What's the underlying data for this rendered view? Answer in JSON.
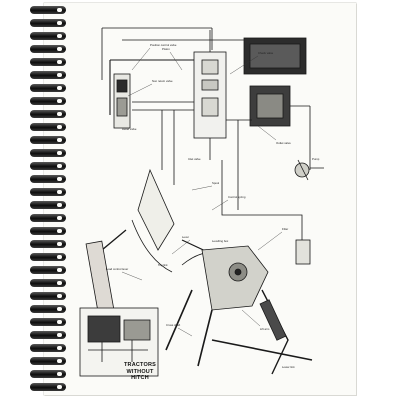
{
  "document": {
    "page_number": "",
    "inset_title_line1": "TRACTORS WITHOUT",
    "inset_title_line2": "HITCH",
    "caption": ""
  },
  "labels": {
    "position_control_valve": "Position control valve",
    "non_return_valve": "Non return valve",
    "piston": "Piston",
    "spool": "Spool",
    "check_valve": "Check valve",
    "lever": "Lever",
    "lift_arm": "Lift arm",
    "lower_link": "Lower link",
    "pump": "Pump",
    "filter": "Filter",
    "inlet_valve": "Inlet valve",
    "outlet_valve": "Outlet valve",
    "relief_valve": "Relief valve",
    "control_spring": "Control spring",
    "levelling_box": "Levelling box",
    "load_control_lever": "Load control lever",
    "top_link": "Top link",
    "cross_shaft": "Cross shaft"
  },
  "colors": {
    "ink": "#1a1a1a",
    "paper": "#fbfbf8",
    "rings": "#111111"
  }
}
